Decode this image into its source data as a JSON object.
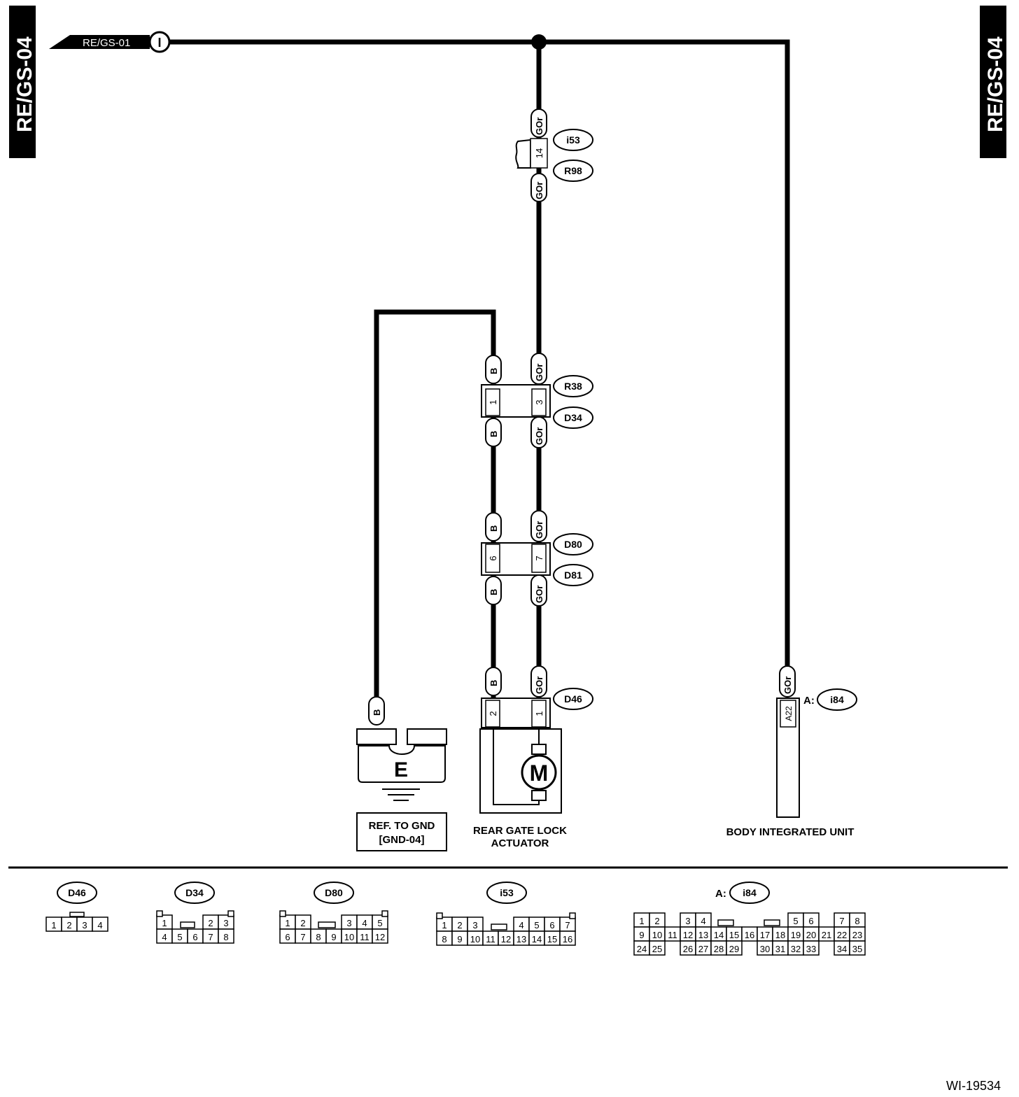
{
  "side_tab": {
    "left": "RE/GS-04",
    "right": "RE/GS-04"
  },
  "ref_arrow": {
    "label": "RE/GS-01",
    "symbol": "I"
  },
  "wires": {
    "gor": "GOr",
    "b": "B"
  },
  "connectors": {
    "i53": "i53",
    "r98": "R98",
    "r38": "R38",
    "d34": "D34",
    "d80": "D80",
    "d81": "D81",
    "d46": "D46",
    "i84": "i84",
    "i84_prefix": "A:"
  },
  "pins": {
    "i53_r98": "14",
    "r38_d34_b": "1",
    "r38_d34_gor": "3",
    "d80_d81_b": "6",
    "d80_d81_gor": "7",
    "d46_b": "2",
    "d46_gor": "1",
    "i84": "A22"
  },
  "components": {
    "ground_symbol": "E",
    "ground_ref_line1": "REF. TO GND",
    "ground_ref_line2": "[GND-04]",
    "motor_symbol": "M",
    "actuator_line1": "REAR GATE LOCK",
    "actuator_line2": "ACTUATOR",
    "biu": "BODY INTEGRATED UNIT"
  },
  "connector_faces": {
    "d46": {
      "title": "D46",
      "rows": [
        [
          "1",
          "2",
          "3",
          "4"
        ]
      ]
    },
    "d34": {
      "title": "D34",
      "rows": [
        [
          "1",
          "",
          "2",
          "3"
        ],
        [
          "4",
          "5",
          "6",
          "7",
          "8"
        ]
      ]
    },
    "d80": {
      "title": "D80",
      "rows": [
        [
          "1",
          "2",
          "",
          "3",
          "4",
          "5"
        ],
        [
          "6",
          "7",
          "8",
          "9",
          "10",
          "11",
          "12"
        ]
      ]
    },
    "i53": {
      "title": "i53",
      "rows": [
        [
          "1",
          "2",
          "3",
          "",
          "4",
          "5",
          "6",
          "7"
        ],
        [
          "8",
          "9",
          "10",
          "11",
          "12",
          "13",
          "14",
          "15",
          "16"
        ]
      ]
    },
    "i84": {
      "prefix": "A:",
      "title": "i84",
      "row1": [
        "1",
        "2",
        "3",
        "4",
        "5",
        "6",
        "7",
        "8"
      ],
      "row2": [
        "9",
        "10",
        "11",
        "12",
        "13",
        "14",
        "15",
        "16",
        "17",
        "18",
        "19",
        "20",
        "21",
        "22",
        "23"
      ],
      "row3": [
        "24",
        "25",
        "26",
        "27",
        "28",
        "29",
        "30",
        "31",
        "32",
        "33",
        "34",
        "35"
      ]
    }
  },
  "footer": {
    "code": "WI-19534"
  }
}
